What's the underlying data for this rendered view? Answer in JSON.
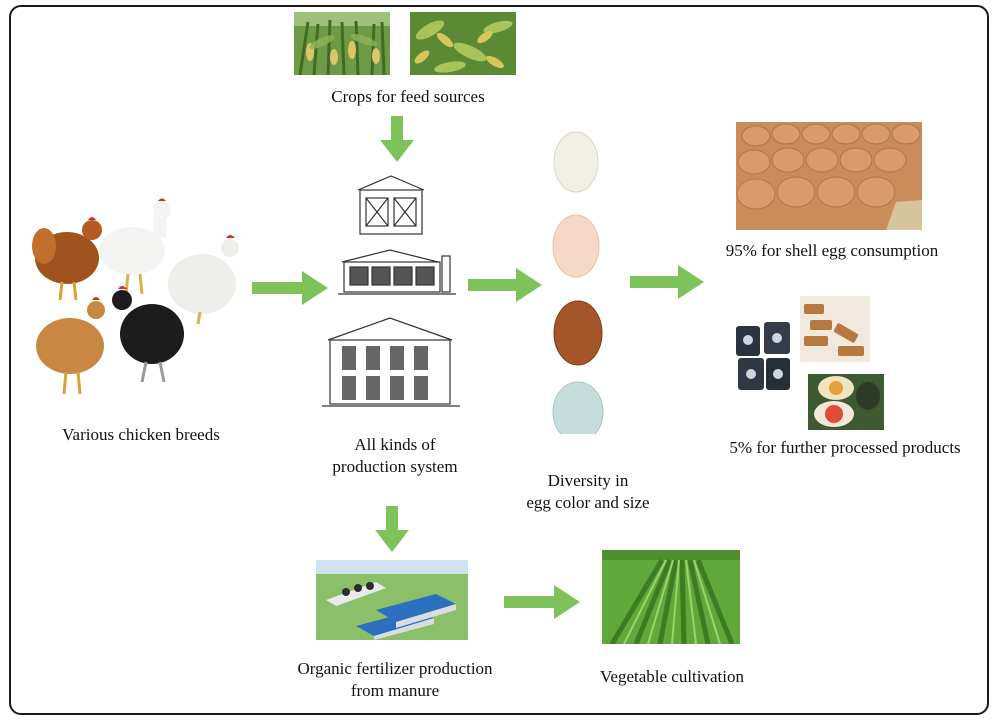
{
  "labels": {
    "crops": "Crops for feed sources",
    "breeds": "Various chicken breeds",
    "production_line1": "All kinds of",
    "production_line2": "production system",
    "diversity_line1": "Diversity in",
    "diversity_line2": "egg color and size",
    "shell_egg": "95% for shell egg consumption",
    "processed": "5% for further processed products",
    "fertilizer_line1": "Organic fertilizer production",
    "fertilizer_line2": "from manure",
    "vegetable": "Vegetable cultivation"
  },
  "colors": {
    "arrow": "#7dc35a",
    "frame": "#1a1a1a"
  }
}
